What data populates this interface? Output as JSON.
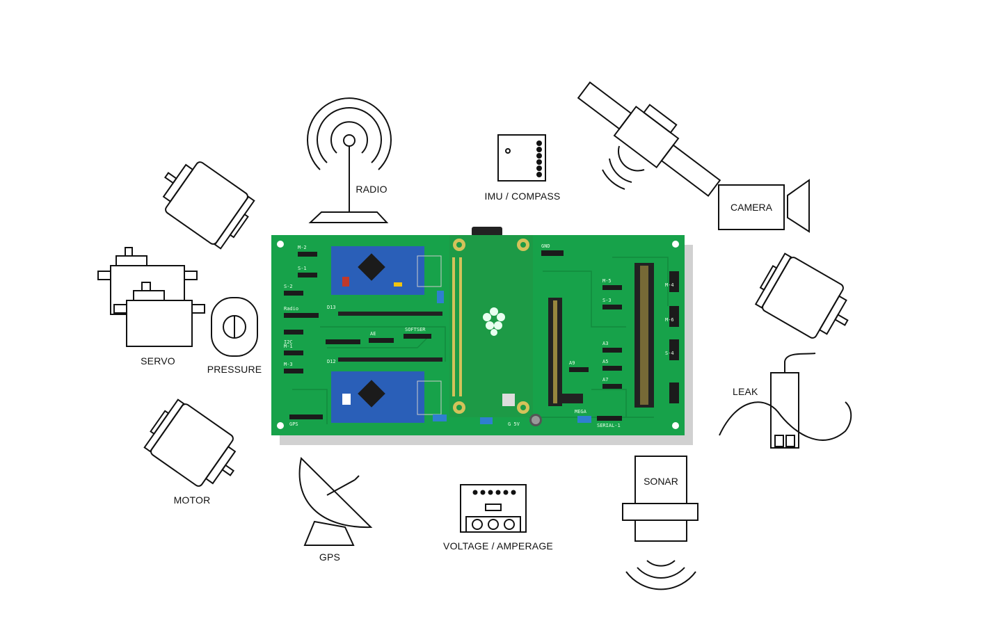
{
  "components": {
    "radio": "RADIO",
    "imu": "IMU / COMPASS",
    "camera": "CAMERA",
    "servo": "SERVO",
    "pressure": "PRESSURE",
    "leak": "LEAK",
    "motor": "MOTOR",
    "gps": "GPS",
    "voltage": "VOLTAGE / AMPERAGE",
    "sonar": "SONAR"
  },
  "board": {
    "silkscreen": {
      "m2": "M-2",
      "s1": "S-1",
      "s2": "S-2",
      "radio": "Radio",
      "d13": "D13",
      "i2c": "I2C",
      "ae": "AE",
      "softser": "SOFTSER",
      "d12": "D12",
      "m1": "M-1",
      "m3": "M-3",
      "gps": "GPS",
      "gnd": "GND",
      "m5": "M-5",
      "s3": "S-3",
      "a3": "A3",
      "a5": "A5",
      "a7": "A7",
      "a9": "A9",
      "mega": "MEGA",
      "serial1": "SERIAL-1",
      "m4": "M-4",
      "m6": "M-6",
      "s4": "S-4",
      "g5v": "G 5V"
    }
  },
  "colors": {
    "pcb": "#17a24a",
    "arduino": "#2a5fb8",
    "line": "#111111"
  }
}
